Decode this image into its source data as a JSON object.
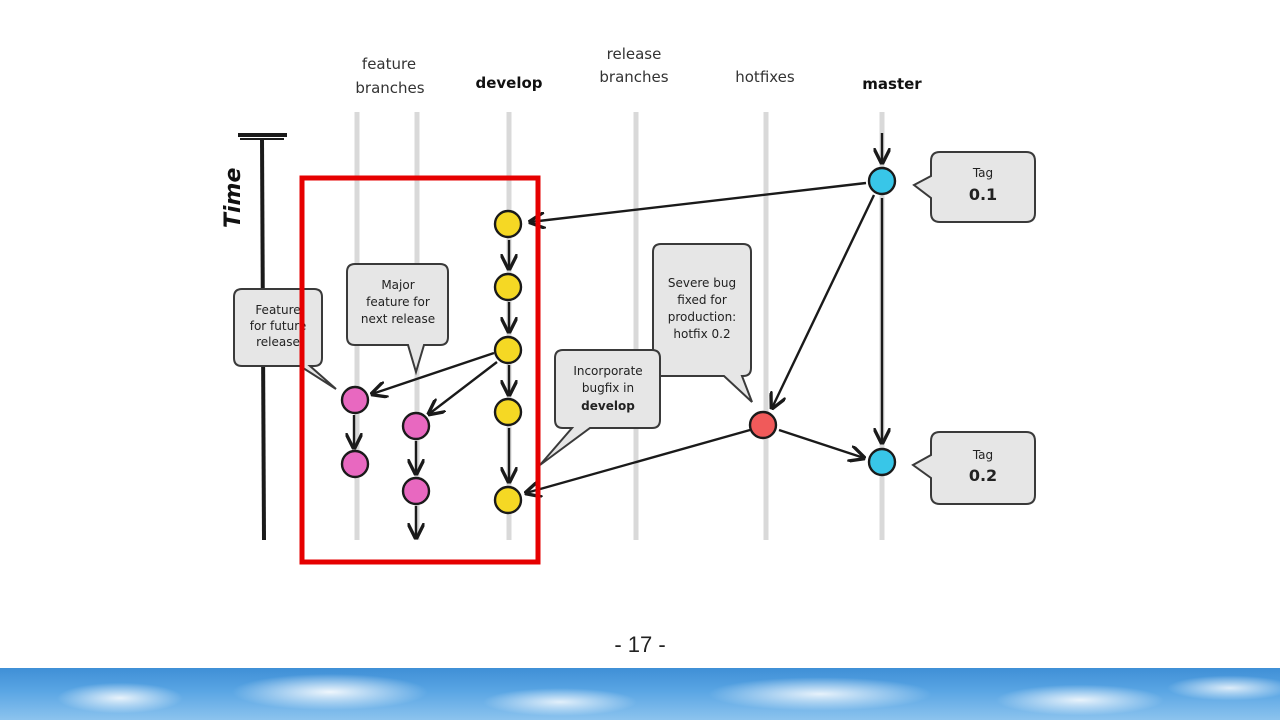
{
  "columns": {
    "feature_line1": "feature",
    "feature_line2": "branches",
    "develop": "develop",
    "release_line1": "release",
    "release_line2": "branches",
    "hotfixes": "hotfixes",
    "master": "master"
  },
  "time_label": "Time",
  "bubbles": {
    "feature_future": [
      "Feature",
      "for future",
      "release"
    ],
    "major_feature": [
      "Major",
      "feature for",
      "next release"
    ],
    "severe_bug": [
      "Severe bug",
      "fixed for",
      "production:"
    ],
    "severe_bug_hotfix_prefix": "hotfix ",
    "severe_bug_hotfix_version": "0.2",
    "incorporate": [
      "Incorporate",
      "bugfix in"
    ],
    "incorporate_bold": "develop"
  },
  "tags": [
    {
      "label": "Tag",
      "version": "0.1"
    },
    {
      "label": "Tag",
      "version": "0.2"
    }
  ],
  "highlight_color": "#e60000",
  "commit_colors": {
    "develop": "#f5d824",
    "feature": "#e868c0",
    "hotfix": "#f05a5a",
    "master": "#38c6e8"
  },
  "page_number": "- 17 -"
}
